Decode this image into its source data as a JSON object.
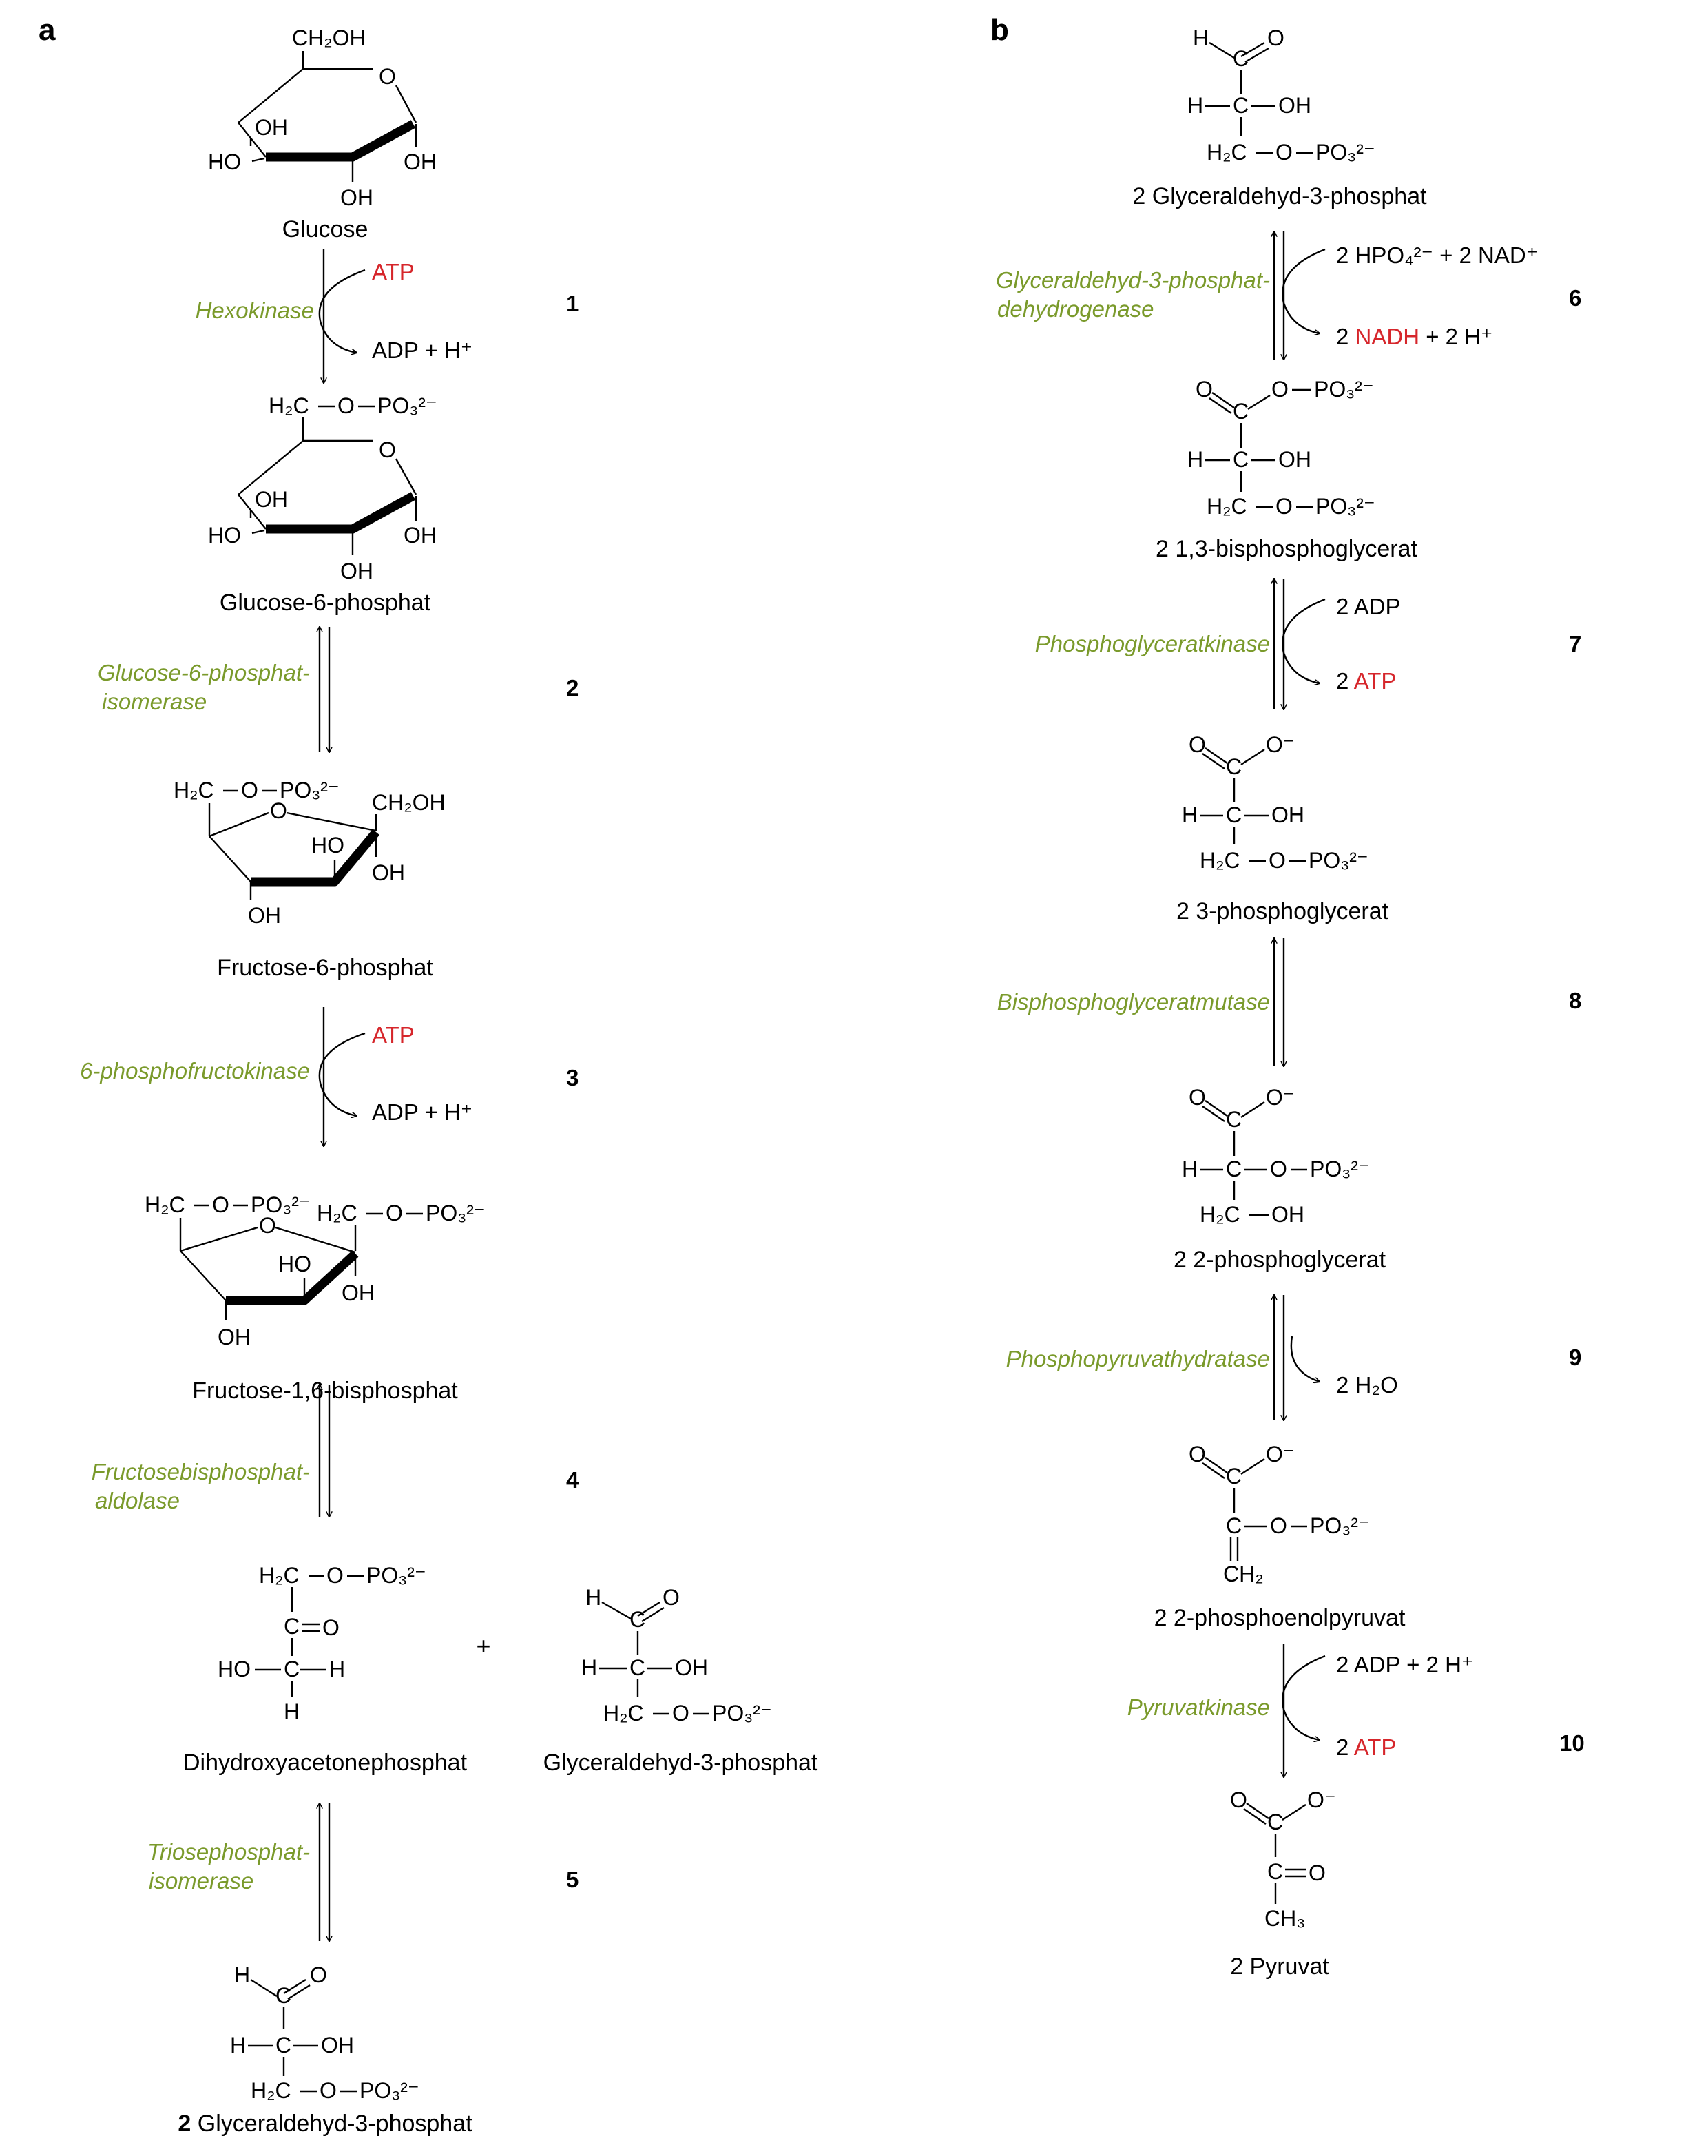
{
  "panels": {
    "a": "a",
    "b": "b"
  },
  "atoms": {
    "o": "O",
    "oh": "OH",
    "ho": "HO",
    "h": "H",
    "c": "C",
    "ch2oh": "CH₂OH",
    "h2c": "H₂C",
    "ch2": "CH₂",
    "ch3": "CH₃",
    "po3": "PO₃²⁻",
    "o_minus": "O⁻"
  },
  "compounds": {
    "glucose": "Glucose",
    "g6p": "Glucose-6-phosphat",
    "f6p": "Fructose-6-phosphat",
    "f16bp": "Fructose-1,6-bisphosphat",
    "dhap": "Dihydroxyacetonephosphat",
    "gap": "Glyceraldehyd-3-phosphat",
    "gap2_prefix": "2",
    "gap2": "Glyceraldehyd-3-phosphat",
    "gap_b": "2 Glyceraldehyd-3-phosphat",
    "bpg": "2 1,3-bisphosphoglycerat",
    "pg3": "2 3-phosphoglycerat",
    "pg2": "2 2-phosphoglycerat",
    "pep": "2 2-phosphoenolpyruvat",
    "pyr": "2 Pyruvat"
  },
  "steps": [
    {
      "number": "1",
      "enzyme": [
        "Hexokinase"
      ],
      "in": "ATP",
      "out": "ADP + H⁺",
      "reversible": false
    },
    {
      "number": "2",
      "enzyme": [
        "Glucose-6-phosphat-",
        "isomerase"
      ],
      "reversible": true
    },
    {
      "number": "3",
      "enzyme": [
        "6-phosphofructokinase"
      ],
      "in": "ATP",
      "out": "ADP + H⁺",
      "reversible": false
    },
    {
      "number": "4",
      "enzyme": [
        "Fructosebisphosphat-",
        "aldolase"
      ],
      "reversible": true
    },
    {
      "number": "5",
      "enzyme": [
        "Triosephosphat-",
        "isomerase"
      ],
      "reversible": true
    },
    {
      "number": "6",
      "enzyme": [
        "Glyceraldehyd-3-phosphat-",
        "dehydrogenase"
      ],
      "in": "2 HPO₄²⁻ + 2 NAD⁺",
      "out_pre": "2 ",
      "out_red": "NADH",
      "out_post": " + 2 H⁺",
      "reversible": true
    },
    {
      "number": "7",
      "enzyme": [
        "Phosphoglyceratkinase"
      ],
      "in": "2 ADP",
      "out_pre": "2 ",
      "out_red": "ATP",
      "reversible": true
    },
    {
      "number": "8",
      "enzyme": [
        "Bisphosphoglyceratmutase"
      ],
      "reversible": true
    },
    {
      "number": "9",
      "enzyme": [
        "Phosphopyruvathydratase"
      ],
      "out": "2 H₂O",
      "reversible": true
    },
    {
      "number": "10",
      "enzyme": [
        "Pyruvatkinase"
      ],
      "in": "2 ADP + 2 H⁺",
      "out_pre": "2 ",
      "out_red": "ATP",
      "reversible": false
    }
  ],
  "plus": "+",
  "colors": {
    "enzyme": "#7a9a2b",
    "energy": "#d6262b",
    "ink": "#000000"
  }
}
